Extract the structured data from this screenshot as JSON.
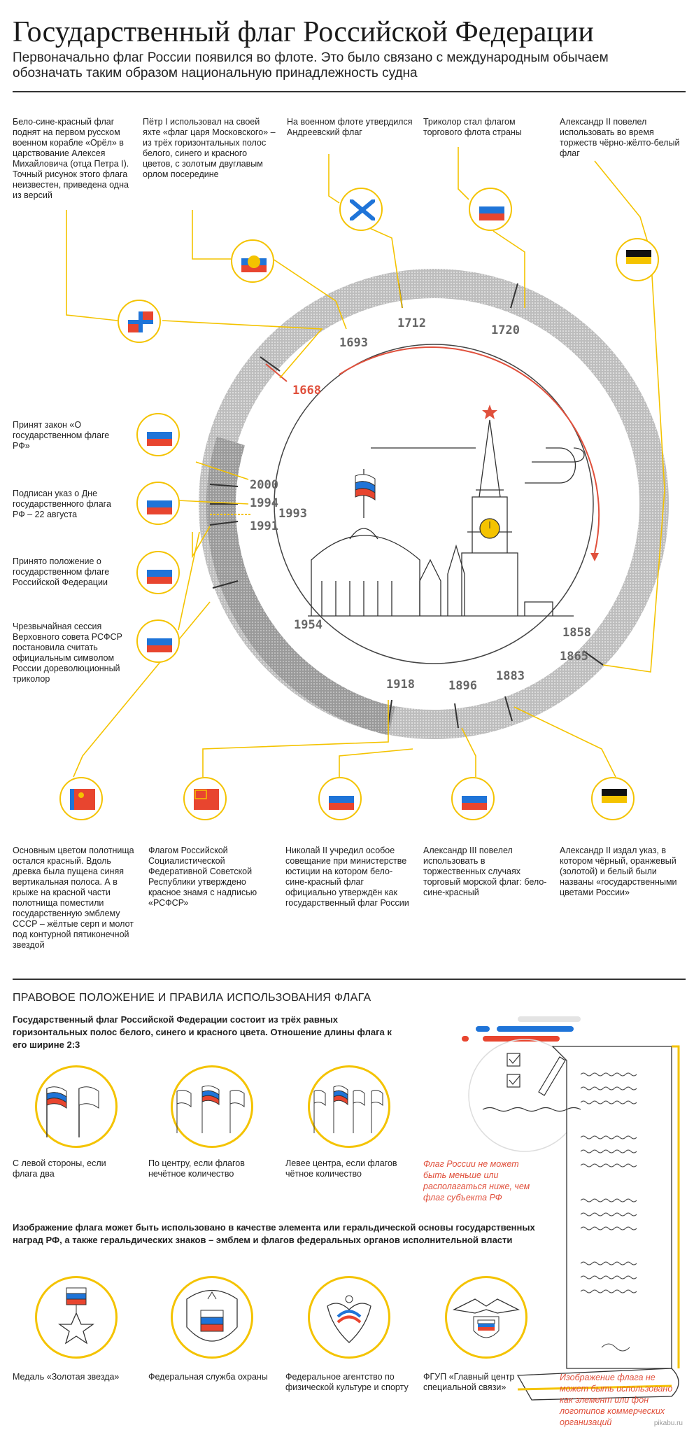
{
  "header": {
    "title": "Государственный флаг Российской Федерации",
    "subtitle": "Первоначально флаг России появился во флоте. Это было связано с международным обычаем обозначать таким образом национальную принадлежность судна"
  },
  "top_captions": {
    "c1668": "Бело-сине-красный флаг поднят на первом русском военном корабле «Орёл» в царствование Алексея Михайловича (отца Петра I). Точный рисунок этого флага неизвестен, приведена одна из версий",
    "c1693": "Пётр I использовал на своей яхте «флаг царя Московского» – из трёх горизонтальных полос белого, синего и красного цветов, с золотым двуглавым орлом посередине",
    "c1712": "На военном флоте утвердился Андреевский флаг",
    "c1720": "Триколор стал флагом торгового флота страны",
    "c1858": "Александр II повелел использовать во время торжеств чёрно-жёлто-белый флаг"
  },
  "left_captions": {
    "c2000": "Принят закон «О государственном флаге РФ»",
    "c1994": "Подписан указ о Дне государственного флага РФ – 22 августа",
    "c1993": "Принято положение о государственном флаге Российской Федерации",
    "c1991": "Чрезвычайная сессия Верховного совета РСФСР постановила считать официальным символом России дореволюционный триколор"
  },
  "bottom_captions": {
    "c1954": "Основным цветом полотнища остался красный. Вдоль древка была пущена синяя вертикальная полоса. А в крыже на красной части полотнища поместили государственную эмблему СССР – жёлтые серп и молот под контурной пятиконечной звездой",
    "c1918": "Флагом Российской Социалистической Федеративной Советской Республики утверждено красное знамя с надписью «РСФСР»",
    "c1896": "Николай II учредил особое совещание при министерстве юстиции на котором бело-сине-красный флаг официально утверждён как государственный флаг России",
    "c1883": "Александр III повелел использовать в торжественных случаях торговый морской флаг: бело-сине-красный",
    "c1865": "Александр II издал указ, в котором чёрный, оранжевый (золотой) и белый были названы «государственными цветами России»"
  },
  "years": {
    "y1668": "1668",
    "y1693": "1693",
    "y1712": "1712",
    "y1720": "1720",
    "y1858": "1858",
    "y1865": "1865",
    "y1883": "1883",
    "y1896": "1896",
    "y1918": "1918",
    "y1954": "1954",
    "y1991": "1991",
    "y1993": "1993",
    "y1994": "1994",
    "y2000": "2000"
  },
  "rules": {
    "heading": "ПРАВОВОЕ ПОЛОЖЕНИЕ И ПРАВИЛА ИСПОЛЬЗОВАНИЯ ФЛАГА",
    "intro": "Государственный флаг Российской Федерации состоит из трёх равных горизонтальных полос белого, синего и красного цвета. Отношение длины флага к его ширине 2:3",
    "p1": "С левой стороны, если флага два",
    "p2": "По центру, если флагов нечётное количество",
    "p3": "Левее центра, если флагов чётное количество",
    "note1": "Флаг России не может быть меньше или располагаться ниже, чем флаг субъекта РФ",
    "usage": "Изображение флага может быть использовано в качестве элемента или геральдической основы государственных наград РФ, а также геральдических знаков – эмблем и флагов федеральных органов исполнительной власти",
    "e1": "Медаль «Золотая звезда»",
    "e2": "Федеральная служба охраны",
    "e3": "Федеральное агентство по физической культуре и спорту",
    "e4": "ФГУП «Главный центр специальной связи»",
    "note2": "Изображение флага не может быть использовано как элемент или фон логотипов коммерческих организаций"
  },
  "footer": {
    "watermark": "pikabu.ru"
  },
  "colors": {
    "white": "#ffffff",
    "blue": "#1f74d8",
    "red": "#e8452f",
    "yellow": "#f4c300",
    "gray": "#8a8a8a"
  }
}
